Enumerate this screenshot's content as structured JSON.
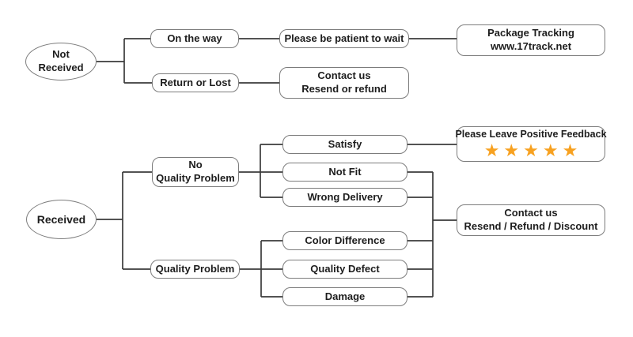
{
  "colors": {
    "star": "#F7A120",
    "box_border": "#7C7C7C",
    "connector": "#3B3B3B",
    "text": "#1D1D1D",
    "background": "#FFFFFF"
  },
  "diagram_type": "customer-service-flowchart",
  "flows": {
    "not_received": {
      "root": {
        "line1": "Not",
        "line2": "Received"
      },
      "on_the_way": {
        "label": "On the way"
      },
      "be_patient": {
        "label": "Please be patient to wait"
      },
      "package_tracking": {
        "line1": "Package Tracking",
        "line2": "www.17track.net"
      },
      "return_or_lost": {
        "label": "Return or Lost"
      },
      "contact_resend_refund": {
        "line1": "Contact us",
        "line2": "Resend or refund"
      }
    },
    "received": {
      "root": {
        "label": "Received"
      },
      "no_quality_problem": {
        "line1": "No",
        "line2": "Quality Problem"
      },
      "satisfy": {
        "label": "Satisfy"
      },
      "not_fit": {
        "label": "Not Fit"
      },
      "wrong_delivery": {
        "label": "Wrong Delivery"
      },
      "quality_problem": {
        "label": "Quality Problem"
      },
      "color_difference": {
        "label": "Color Difference"
      },
      "quality_defect": {
        "label": "Quality Defect"
      },
      "damage": {
        "label": "Damage"
      },
      "positive_feedback": {
        "title": "Please Leave Positive Feedback",
        "stars": "★★★★★",
        "star_count": 5
      },
      "contact_resend_refund_discount": {
        "line1": "Contact us",
        "line2": "Resend / Refund / Discount"
      }
    }
  }
}
